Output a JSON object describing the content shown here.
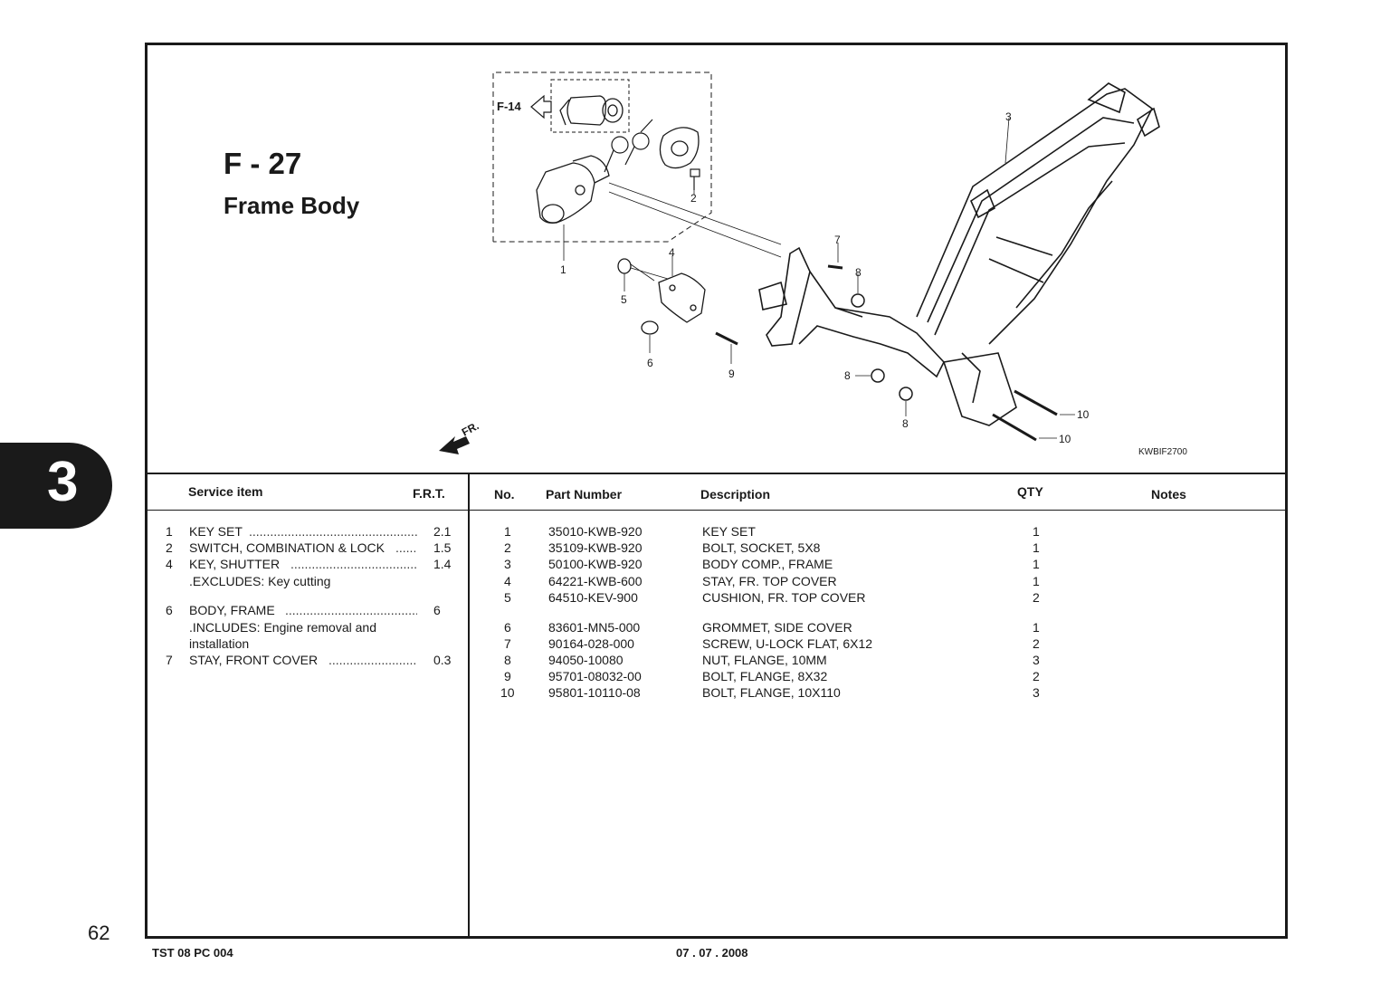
{
  "figure": {
    "code": "F - 27",
    "title": "Frame Body",
    "drawing_id": "KWBIF2700",
    "callouts": {
      "ref": "F-14",
      "c1": "1",
      "c2": "2",
      "c3": "3",
      "c4": "4",
      "c5": "5",
      "c6": "6",
      "c7": "7",
      "c8a": "8",
      "c8b": "8",
      "c8c": "8",
      "c9": "9",
      "c10a": "10",
      "c10b": "10",
      "fr": "FR."
    }
  },
  "service_table": {
    "headers": {
      "item": "Service item",
      "frt": "F.R.T."
    },
    "rows": [
      {
        "no": "1",
        "item": "KEY SET",
        "frt": "2.1"
      },
      {
        "no": "2",
        "item": "SWITCH, COMBINATION & LOCK",
        "frt": "1.5"
      },
      {
        "no": "4",
        "item": "KEY, SHUTTER",
        "frt": "1.4"
      },
      {
        "no": "",
        "item": ".EXCLUDES: Key cutting",
        "frt": ""
      },
      {
        "no": "6",
        "item": "BODY, FRAME",
        "frt": "6"
      },
      {
        "no": "",
        "item": ".INCLUDES: Engine removal and",
        "frt": ""
      },
      {
        "no": "",
        "item": "installation",
        "frt": ""
      },
      {
        "no": "7",
        "item": "STAY, FRONT COVER",
        "frt": "0.3"
      }
    ]
  },
  "parts_table": {
    "headers": {
      "no": "No.",
      "part_number": "Part Number",
      "description": "Description",
      "qty": "QTY",
      "notes": "Notes"
    },
    "rows": [
      {
        "no": "1",
        "part": "35010-KWB-920",
        "desc": "KEY SET",
        "qty": "1"
      },
      {
        "no": "2",
        "part": "35109-KWB-920",
        "desc": "BOLT, SOCKET, 5X8",
        "qty": "1"
      },
      {
        "no": "3",
        "part": "50100-KWB-920",
        "desc": "BODY COMP., FRAME",
        "qty": "1"
      },
      {
        "no": "4",
        "part": "64221-KWB-600",
        "desc": "STAY, FR. TOP COVER",
        "qty": "1"
      },
      {
        "no": "5",
        "part": "64510-KEV-900",
        "desc": "CUSHION, FR. TOP COVER",
        "qty": "2"
      },
      {
        "no": "6",
        "part": "83601-MN5-000",
        "desc": "GROMMET, SIDE COVER",
        "qty": "1"
      },
      {
        "no": "7",
        "part": "90164-028-000",
        "desc": "SCREW, U-LOCK FLAT, 6X12",
        "qty": "2"
      },
      {
        "no": "8",
        "part": "94050-10080",
        "desc": "NUT, FLANGE, 10MM",
        "qty": "3"
      },
      {
        "no": "9",
        "part": "95701-08032-00",
        "desc": "BOLT, FLANGE, 8X32",
        "qty": "2"
      },
      {
        "no": "10",
        "part": "95801-10110-08",
        "desc": "BOLT, FLANGE, 10X110",
        "qty": "3"
      }
    ]
  },
  "section_tab": "3",
  "page_number": "62",
  "footer": {
    "doc_code": "TST 08 PC 004",
    "date": "07 . 07 . 2008"
  }
}
